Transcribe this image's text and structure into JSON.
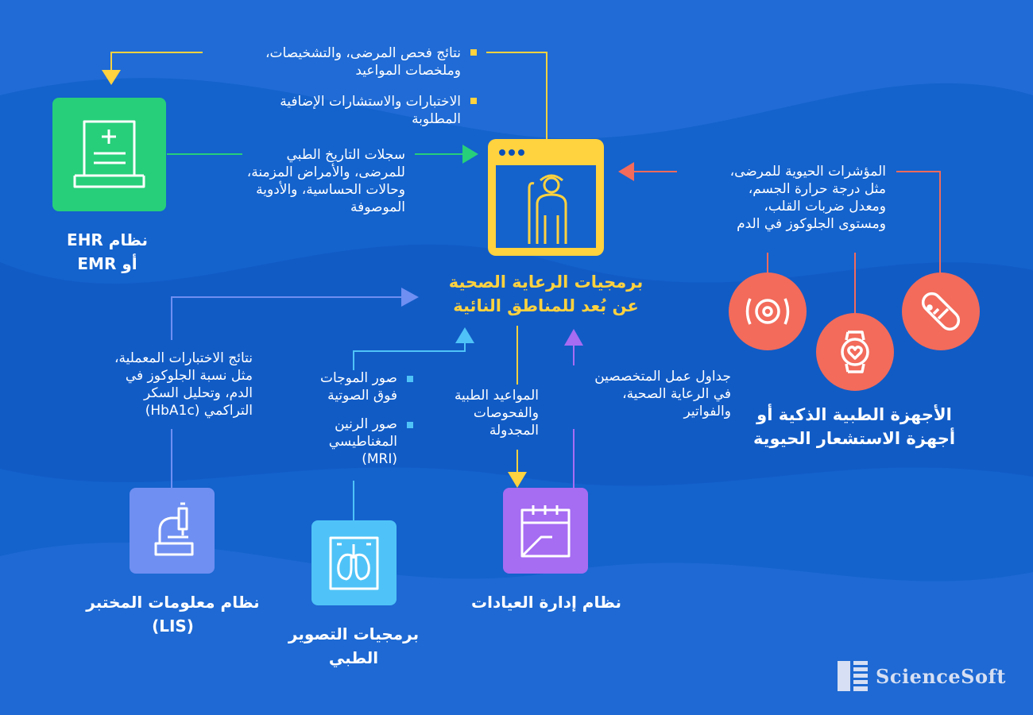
{
  "colors": {
    "background_top": "#1e66d4",
    "background_bottom": "#0b4fb8",
    "yellow": "#ffd23f",
    "green": "#27cf7a",
    "coral": "#f26b5b",
    "light_blue": "#4fc3f7",
    "periwinkle": "#6f8ff2",
    "purple": "#a66cf2"
  },
  "center": {
    "icon": "remote-doctor-window-icon",
    "title_lines": [
      "برمجيات الرعاية الصحية",
      "عن بُعد للمناطق النائية"
    ]
  },
  "ehr": {
    "icon": "medical-record-laptop-icon",
    "title_lines": [
      "نظام EHR",
      "أو EMR"
    ],
    "to_center_lines": [
      "سجلات التاريخ الطبي",
      "للمرضى، والأمراض المزمنة،",
      "وحالات الحساسية، والأدوية",
      "الموصوفة"
    ],
    "from_center_items": [
      {
        "lines": [
          "نتائج فحص المرضى، والتشخيصات،",
          "وملخصات المواعيد"
        ]
      },
      {
        "lines": [
          "الاختبارات والاستشارات الإضافية",
          "المطلوبة"
        ]
      }
    ]
  },
  "devices": {
    "title_lines": [
      "الأجهزة الطبية الذكية أو",
      "أجهزة الاستشعار الحيوية"
    ],
    "to_center_lines": [
      "المؤشرات الحيوية للمرضى،",
      "مثل درجة حرارة الجسم،",
      "ومعدل ضربات القلب،",
      "ومستوى الجلوكوز في الدم"
    ],
    "icons": [
      "sensor-icon",
      "smartwatch-icon",
      "wearable-band-icon"
    ]
  },
  "lis": {
    "icon": "microscope-icon",
    "title_lines": [
      "نظام معلومات المختبر",
      "(LIS)"
    ],
    "to_center_lines": [
      "نتائج الاختبارات المعملية،",
      "مثل نسبة الجلوكوز في",
      "الدم، وتحليل السكر",
      "التراكمي (HbA1c)"
    ]
  },
  "imaging": {
    "icon": "lung-xray-icon",
    "title_lines": [
      "برمجيات التصوير",
      "الطبي"
    ],
    "to_center_items": [
      {
        "lines": [
          "صور الموجات",
          "فوق الصوتية"
        ]
      },
      {
        "lines": [
          "صور الرنين",
          "المغناطيسي",
          "(MRI)"
        ]
      }
    ]
  },
  "clinic": {
    "icon": "calendar-icon",
    "title_lines": [
      "نظام إدارة العيادات"
    ],
    "from_center_lines": [
      "المواعيد الطبية",
      "والفحوصات",
      "المجدولة"
    ],
    "to_center_lines": [
      "جداول عمل المتخصصين",
      "في الرعاية الصحية،",
      "والفواتير"
    ]
  },
  "logo": {
    "text": "ScienceSoft",
    "icon": "sciencesoft-logo-icon"
  }
}
